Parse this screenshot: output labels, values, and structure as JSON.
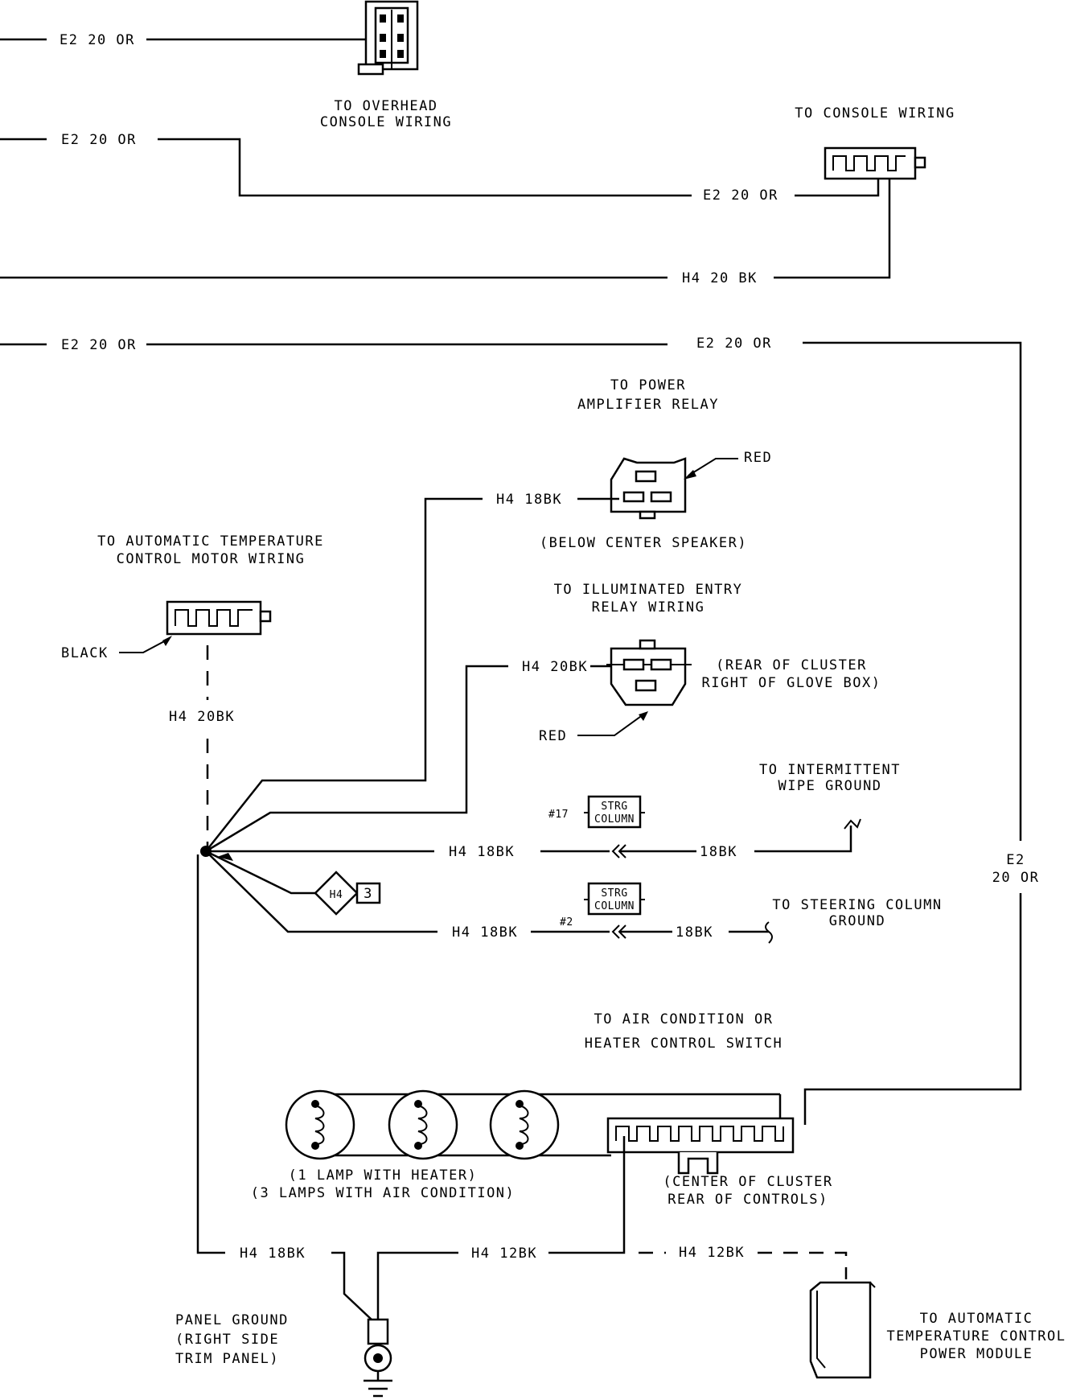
{
  "wires": {
    "e2_20_or": "E2 20 OR",
    "h4_20_bk": "H4 20 BK",
    "h4_18bk": "H4 18BK",
    "h4_20bk": "H4 20BK",
    "h4_12bk": "H4 12BK",
    "w18bk": "18BK",
    "e2": "E2",
    "w20_or": "20 OR"
  },
  "connectors": {
    "overhead_console": [
      "TO OVERHEAD",
      "CONSOLE WIRING"
    ],
    "console": "TO CONSOLE WIRING",
    "power_amp_relay": [
      "TO POWER",
      "AMPLIFIER RELAY"
    ],
    "power_amp_location": "(BELOW CENTER SPEAKER)",
    "atc_motor": [
      "TO AUTOMATIC TEMPERATURE",
      "CONTROL MOTOR WIRING"
    ],
    "illuminated_entry": [
      "TO ILLUMINATED ENTRY",
      "RELAY WIRING"
    ],
    "illuminated_entry_location": [
      "(REAR OF CLUSTER",
      "RIGHT OF GLOVE BOX)"
    ],
    "intermittent_wipe": [
      "TO INTERMITTENT",
      "WIPE GROUND"
    ],
    "steering_column_ground": [
      "TO STEERING COLUMN",
      "GROUND"
    ],
    "ac_heater_switch": [
      "TO AIR CONDITION OR",
      "HEATER CONTROL SWITCH"
    ],
    "ac_heater_location": [
      "(CENTER OF CLUSTER",
      "REAR OF CONTROLS)"
    ],
    "lamps_note": [
      "(1 LAMP WITH HEATER)",
      "(3 LAMPS WITH AIR CONDITION)"
    ],
    "panel_ground": [
      "PANEL GROUND",
      "(RIGHT SIDE",
      "TRIM PANEL)"
    ],
    "atc_power_module": [
      "TO AUTOMATIC",
      "TEMPERATURE CONTROL",
      "POWER MODULE"
    ]
  },
  "labels": {
    "red": "RED",
    "black": "BLACK",
    "strg": "STRG",
    "column": "COLUMN",
    "pin17": "#17",
    "pin2": "#2",
    "splice_id": "H4",
    "splice_num": "3"
  }
}
